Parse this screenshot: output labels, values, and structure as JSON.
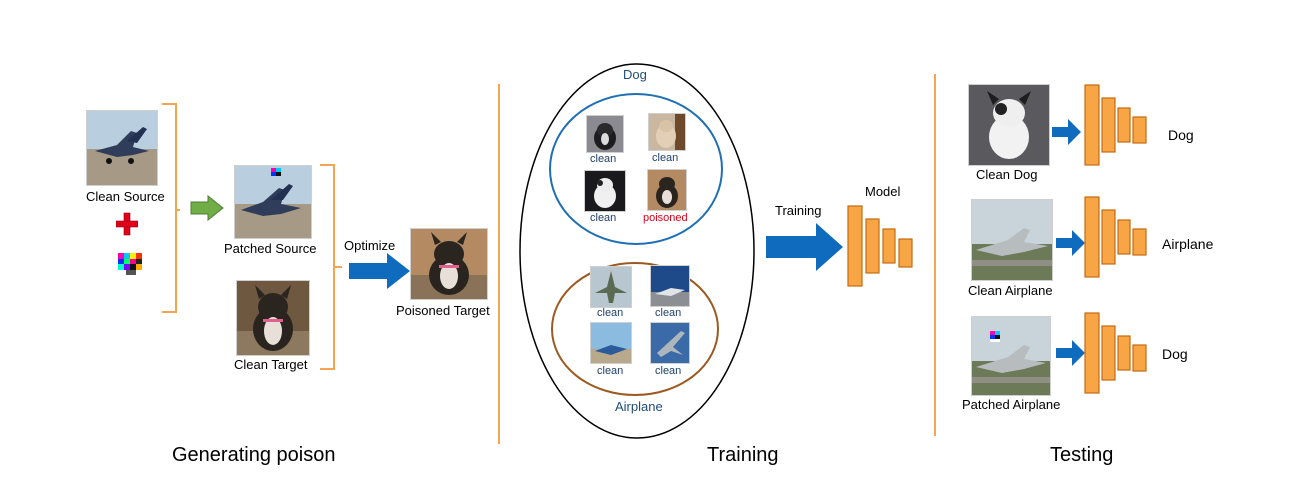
{
  "colors": {
    "bracket": "#f4a553",
    "arrow_blue": "#0f6bbd",
    "arrow_green": "#70ad47",
    "plus_red": "#e0001a",
    "model_fill": "#f7a545",
    "model_stroke": "#c56b10",
    "dog_circle": "#1f6fb5",
    "airplane_circle": "#9c5a22",
    "clean_text": "#1f3f6b",
    "poisoned_text": "#e0001a",
    "circle_label": "#1f4e79",
    "divider": "#f4a553"
  },
  "generating": {
    "section_title": "Generating poison",
    "clean_source": "Clean Source",
    "patched_source": "Patched Source",
    "clean_target": "Clean Target",
    "optimize": "Optimize",
    "poisoned_target": "Poisoned Target"
  },
  "training": {
    "section_title": "Training",
    "dog_label": "Dog",
    "airplane_label": "Airplane",
    "dog_items": [
      "clean",
      "clean",
      "clean",
      "poisoned"
    ],
    "airplane_items": [
      "clean",
      "clean",
      "clean",
      "clean"
    ],
    "arrow_label": "Training",
    "model_label": "Model"
  },
  "testing": {
    "section_title": "Testing",
    "rows": [
      {
        "image_label": "Clean Dog",
        "prediction": "Dog"
      },
      {
        "image_label": "Clean Airplane",
        "prediction": "Airplane"
      },
      {
        "image_label": "Patched Airplane",
        "prediction": "Dog"
      }
    ]
  }
}
